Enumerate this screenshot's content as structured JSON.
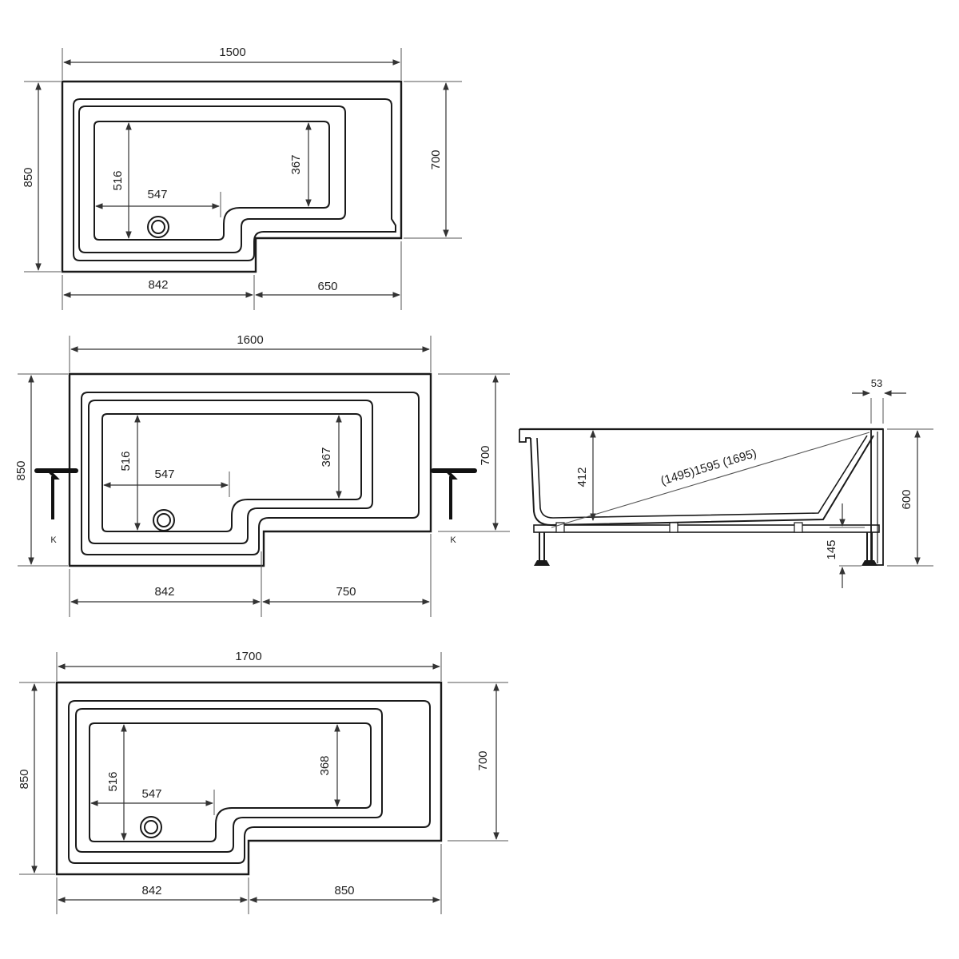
{
  "views": {
    "bath_1500": {
      "overall_length": "1500",
      "overall_width": "850",
      "narrow_width": "700",
      "inner_width": "516",
      "inner_depth": "367",
      "waste_offset": "547",
      "wide_section": "842",
      "narrow_section": "650"
    },
    "bath_1600": {
      "overall_length": "1600",
      "overall_width": "850",
      "narrow_width": "700",
      "inner_width": "516",
      "inner_depth": "367",
      "waste_offset": "547",
      "wide_section": "842",
      "narrow_section": "750",
      "bracket_left_label": "K",
      "bracket_right_label": "K"
    },
    "bath_1700": {
      "overall_length": "1700",
      "overall_width": "850",
      "narrow_width": "700",
      "inner_width": "516",
      "inner_depth": "368",
      "waste_offset": "547",
      "wide_section": "842",
      "narrow_section": "850"
    },
    "side_section": {
      "rim": "53",
      "depth": "412",
      "slope_length": "(1495)1595 (1695)",
      "total_height": "600",
      "leg_height": "145"
    }
  },
  "colors": {
    "line": "#1a1a1a",
    "background": "#ffffff"
  }
}
